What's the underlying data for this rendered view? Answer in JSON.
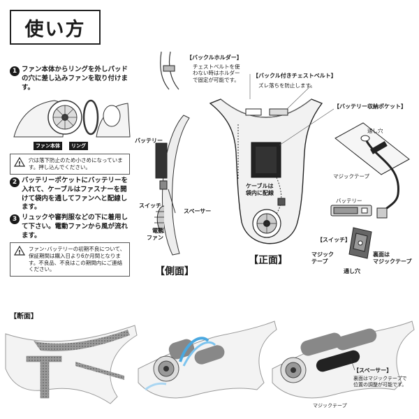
{
  "header": {
    "title": "使い方"
  },
  "steps": [
    {
      "num": "1",
      "text": "ファン本体からリングを外しパッドの穴に差し込みファンを取り付けます。"
    },
    {
      "num": "2",
      "text": "バッテリーポケットにバッテリーを入れて、ケーブルはファスナーを開けて袋内を通してファンへと配線します。"
    },
    {
      "num": "3",
      "text": "リュックや審判服などの下に着用して下さい。電動ファンから風が流れます。"
    }
  ],
  "fan_figure": {
    "fan_body_tag": "ファン本体",
    "ring_tag": "リング"
  },
  "notes": [
    {
      "text": "穴は落下防止のため小さめになっています。押し込んでください。"
    },
    {
      "text": "ファン･バッテリーの初期不良について、保証期間は購入日より6か月間となります。不良品、不良はこの期間内にご連絡ください。"
    }
  ],
  "side_view": {
    "battery": "バッテリー",
    "switch": "スイッチ",
    "spacer": "スペーサー",
    "fan_line1": "電動",
    "fan_line2": "ファン",
    "caption": "【側面】"
  },
  "front_view": {
    "buckle_holder_title": "【バックルホルダー】",
    "buckle_holder_desc_line1": "チェストベルトを使",
    "buckle_holder_desc_line2": "わない時はホルダー",
    "buckle_holder_desc_line3": "で固定が可能です。",
    "chest_belt_title": "【バックル付きチェストベルト】",
    "chest_belt_desc": "ズレ落ちを防止します。",
    "battery_pocket_title": "【バッテリー収納ポケット】",
    "cable_line1": "ケーブルは",
    "cable_line2": "袋内に配線",
    "caption": "【正面】"
  },
  "accessories": {
    "through_hole": "通し穴",
    "magic_tape": "マジックテープ",
    "battery": "バッテリー",
    "switch_title": "【スイッチ】",
    "magic_line1": "マジック",
    "magic_line2": "テープ",
    "back_line1": "裏面は",
    "back_line2": "マジックテープ",
    "through_hole2": "通し穴"
  },
  "cross_section": {
    "title": "【断面】",
    "spacer_title": "【スペーサー】",
    "spacer_desc_line1": "裏面はマジックテープで",
    "spacer_desc_line2": "位置の調整が可能です。",
    "magic_tape": "マジックテープ"
  },
  "colors": {
    "ink": "#1a1a1a",
    "gray": "#8a8a8a",
    "light": "#e6e6e6",
    "accent_blue": "#4aa8e0"
  }
}
